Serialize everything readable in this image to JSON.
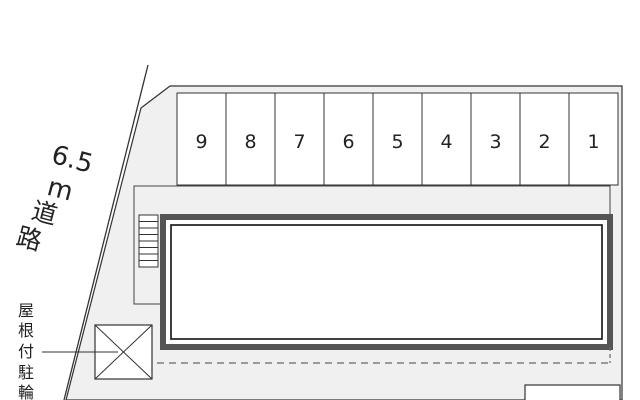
{
  "parking": {
    "spaces": [
      "9",
      "8",
      "7",
      "6",
      "5",
      "4",
      "3",
      "2",
      "1"
    ]
  },
  "road": {
    "width_label": "6.5",
    "unit": "m",
    "name_chars": [
      "道",
      "路"
    ]
  },
  "bike_parking": {
    "label_chars": [
      "屋",
      "根",
      "付",
      "駐",
      "輪"
    ]
  },
  "colors": {
    "lot_fill": "#f0f0f0",
    "line": "#333333",
    "building_outline": "#555555",
    "building_fill": "#ffffff"
  }
}
